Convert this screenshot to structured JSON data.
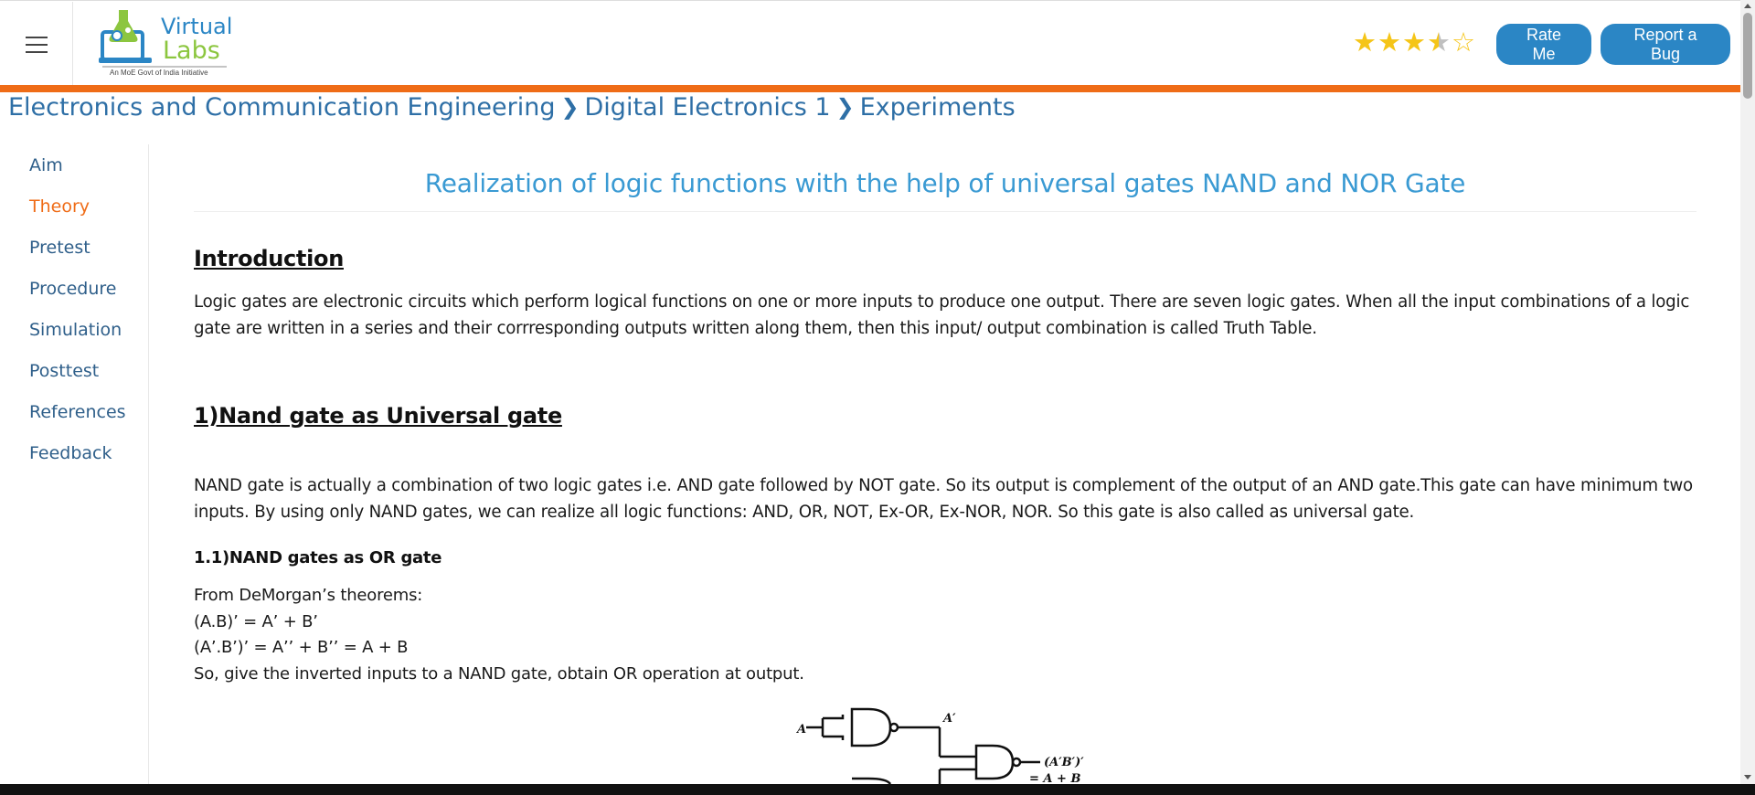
{
  "header": {
    "menu_icon": "hamburger-menu-icon",
    "logo": {
      "line1": "Virtual",
      "line2": "Labs",
      "tagline": "An MoE Govt of India Initiative"
    },
    "rating": {
      "value": 3.5,
      "max": 5,
      "color": "#f5c518"
    },
    "rate_button": "Rate Me",
    "bug_button": "Report a Bug",
    "accent_color": "#ef6c17",
    "button_color": "#2b86c5"
  },
  "breadcrumb": {
    "items": [
      "Electronics and Communication Engineering",
      "Digital Electronics 1",
      "Experiments"
    ],
    "separator_icon": "chevron-right-icon"
  },
  "sidebar": {
    "items": [
      {
        "label": "Aim",
        "active": false
      },
      {
        "label": "Theory",
        "active": true
      },
      {
        "label": "Pretest",
        "active": false
      },
      {
        "label": "Procedure",
        "active": false
      },
      {
        "label": "Simulation",
        "active": false
      },
      {
        "label": "Posttest",
        "active": false
      },
      {
        "label": "References",
        "active": false
      },
      {
        "label": "Feedback",
        "active": false
      }
    ]
  },
  "main": {
    "title": "Realization of logic functions with the help of universal gates NAND and NOR Gate",
    "intro_heading": "Introduction",
    "intro_text": "Logic gates are electronic circuits which perform logical functions on one or more inputs to produce one output. There are seven logic gates. When all the input combinations of a logic gate are written in a series and their corrresponding outputs written along them, then this input/ output combination is called Truth Table.",
    "section1_heading": "1)Nand gate as Universal gate",
    "section1_text": "NAND gate is actually a combination of two logic gates i.e. AND gate followed by NOT gate. So its output is complement of the output of an AND gate.This gate can have minimum two inputs. By using only NAND gates, we can realize all logic functions: AND, OR, NOT, Ex-OR, Ex-NOR, NOR. So this gate is also called as universal gate.",
    "subsection_heading": "1.1)NAND gates as OR gate",
    "lines": [
      "From DeMorgan’s theorems:",
      "(A.B)’ = A’ + B’",
      "(A’.B’)’ = A’’ + B’’ = A + B",
      "So, give the inverted inputs to a NAND gate, obtain OR operation at output."
    ],
    "diagram_labels": {
      "input_a": "A",
      "a_prime": "A′",
      "output": "(A′B′)′",
      "output_eq": "= A + B"
    }
  }
}
